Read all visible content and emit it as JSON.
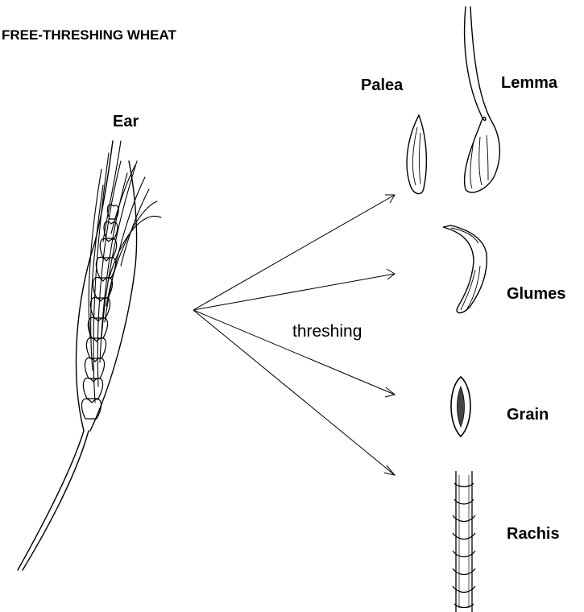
{
  "title": "FREE-THRESHING WHEAT",
  "process_label": "threshing",
  "parts": {
    "ear": "Ear",
    "palea": "Palea",
    "lemma": "Lemma",
    "glumes": "Glumes",
    "grain": "Grain",
    "rachis": "Rachis"
  },
  "colors": {
    "ink": "#000000",
    "background": "#ffffff"
  }
}
